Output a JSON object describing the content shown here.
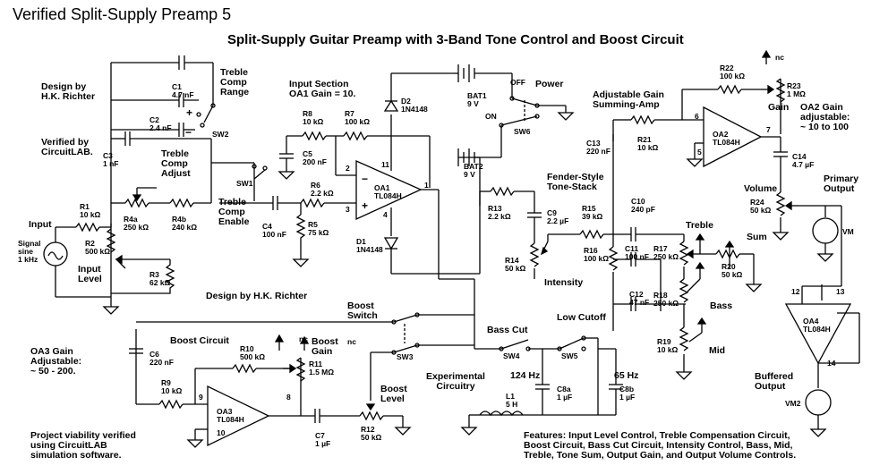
{
  "page": {
    "title": "Verified Split-Supply Preamp 5",
    "heading": "Split-Supply Guitar Preamp with 3-Band Tone Control and Boost Circuit"
  },
  "notes": {
    "design_by_top": "Design by\nH.K. Richter",
    "verified_by": "Verified by\nCircuitLAB.",
    "design_by_mid": "Design by H.K. Richter",
    "oa3_gain": "OA3 Gain\nAdjustable:\n~ 50 - 200.",
    "project_viability": "Project viability verified\nusing CircuitLAB\nsimulation software.",
    "features": "Features: Input Level Control, Treble Compensation Circuit,\nBoost Circuit, Bass Cut Circuit, Intensity Control, Bass, Mid,\nTreble, Tone Sum, Output Gain, and Output Volume Controls.",
    "oa2_gain": "OA2 Gain\nadjustable:\n~ 10 to 100",
    "experimental": "Experimental\nCircuitry"
  },
  "sections": {
    "input_section": "Input Section\nOA1 Gain = 10.",
    "summing_amp": "Adjustable Gain\nSumming-Amp",
    "tone_stack": "Fender-Style\nTone-Stack",
    "boost_circuit": "Boost Circuit",
    "treble_comp_range": "Treble\nComp\nRange",
    "treble_comp_adjust": "Treble\nComp\nAdjust",
    "treble_comp_enable": "Treble\nComp\nEnable",
    "input_level": "Input\nLevel",
    "boost_switch": "Boost\nSwitch",
    "boost_gain": "Boost\nGain",
    "boost_level": "Boost\nLevel",
    "bass_cut": "Bass Cut",
    "low_cutoff": "Low Cutoff",
    "freq_124": "124 Hz",
    "freq_65": "65 Hz",
    "power": "Power",
    "input": "Input",
    "signal": "Signal\nsine\n1 kHz",
    "intensity": "Intensity",
    "treble": "Treble",
    "bass": "Bass",
    "mid": "Mid",
    "sum": "Sum",
    "gain": "Gain",
    "volume": "Volume",
    "primary_output": "Primary\nOutput",
    "buffered_output": "Buffered\nOutput"
  },
  "components": {
    "C1": "C1\n4.7 nF",
    "C2": "C2\n2.4 nF",
    "C3": "C3\n1 nF",
    "R1": "R1\n10 kΩ",
    "R2": "R2\n500 kΩ",
    "R3": "R3\n62 kΩ",
    "R4a": "R4a\n250 kΩ",
    "R4b": "R4b\n240 kΩ",
    "SW1": "SW1",
    "SW2": "SW2",
    "C4": "C4\n100 nF",
    "R5": "R5\n75 kΩ",
    "R6": "R6\n2.2 kΩ",
    "R7": "R7\n100 kΩ",
    "R8": "R8\n10 kΩ",
    "C5": "C5\n200 nF",
    "OA1": "OA1\nTL084H",
    "D1": "D1\n1N4148",
    "D2": "D2\n1N4148",
    "BAT1": "BAT1\n9 V",
    "BAT2": "BAT2\n9 V",
    "SW6": "SW6",
    "OFF": "OFF",
    "ON": "ON",
    "R13": "R13\n2.2 kΩ",
    "C9": "C9\n2.2 µF",
    "R14": "R14\n50 kΩ",
    "R15": "R15\n39 kΩ",
    "C10": "C10\n240 pF",
    "R16": "R16\n100 kΩ",
    "C11": "C11\n100 nF",
    "R17": "R17\n250 kΩ",
    "C12": "C12\n47 nF",
    "R18": "R18\n250 kΩ",
    "R19": "R19\n10 kΩ",
    "R20": "R20\n50 kΩ",
    "C13": "C13\n220 nF",
    "R21": "R21\n10 kΩ",
    "OA2": "OA2\nTL084H",
    "R22": "R22\n100 kΩ",
    "R23": "R23\n1 MΩ",
    "C14": "C14\n4.7 µF",
    "R24": "R24\n50 kΩ",
    "VM": "VM",
    "OA4": "OA4\nTL084H",
    "VM2": "VM2",
    "C6": "C6\n220 nF",
    "R9": "R9\n10 kΩ",
    "R10": "R10\n500 kΩ",
    "R11": "R11\n1.5 MΩ",
    "OA3": "OA3\nTL084H",
    "C7": "C7\n1 µF",
    "R12": "R12\n50 kΩ",
    "SW3": "SW3",
    "SW4": "SW4",
    "SW5": "SW5",
    "L1": "L1\n5 H",
    "C8a": "C8a\n1 µF",
    "C8b": "C8b\n1 µF"
  },
  "pins": {
    "oa1_2": "2",
    "oa1_3": "3",
    "oa1_11": "11",
    "oa1_4": "4",
    "oa1_1": "1",
    "oa2_6": "6",
    "oa2_5": "5",
    "oa2_7": "7",
    "oa3_9": "9",
    "oa3_10": "10",
    "oa3_8": "8",
    "oa4_12": "12",
    "oa4_13": "13",
    "oa4_14": "14",
    "nc1": "nc",
    "nc2": "nc",
    "nc3": "nc",
    "minus": "−",
    "plus": "+",
    "plus_c": "+",
    "minus_c": "−"
  }
}
